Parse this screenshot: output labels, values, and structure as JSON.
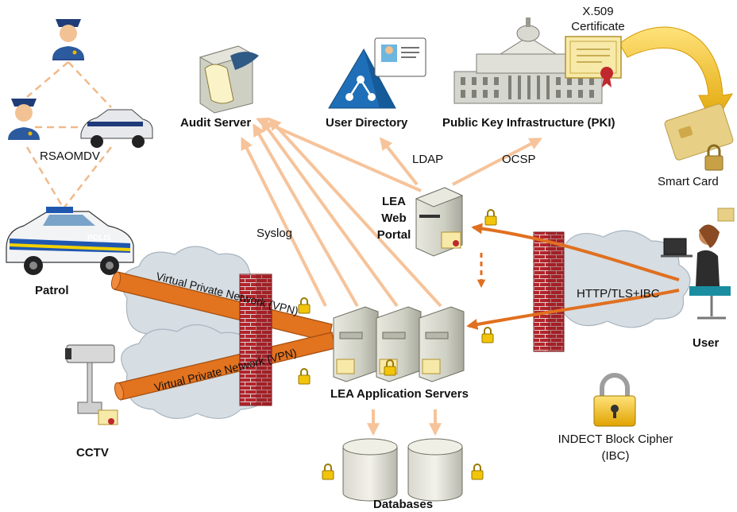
{
  "labels": {
    "audit_server": "Audit Server",
    "user_directory": "User Directory",
    "pki": "Public Key Infrastructure  (PKI)",
    "x509_line1": "X.509",
    "x509_line2": "Certificate",
    "smart_card": "Smart Card",
    "ldap": "LDAP",
    "ocsp": "OCSP",
    "syslog": "Syslog",
    "lea_web_portal_1": "LEA",
    "lea_web_portal_2": "Web",
    "lea_web_portal_3": "Portal",
    "rsaomdv": "RSAOMDV",
    "patrol": "Patrol",
    "cctv": "CCTV",
    "vpn_upper": "Virtual Private Network (VPN)",
    "vpn_lower": "Virtual Private Network (VPN)",
    "lea_app_servers": "LEA Application Servers",
    "databases": "Databases",
    "http_tls_ibc": "HTTP/TLS+IBC",
    "user": "User",
    "ibc_line1": "INDECT Block Cipher",
    "ibc_line2": "(IBC)",
    "police_car_text": "POLIS"
  },
  "colors": {
    "arrow_peach": "#f6c39a",
    "arrow_orange": "#e07020",
    "vpn_tube": "#e2731f",
    "cloud": "#d6dde3",
    "firewall": "#c0282d",
    "dashed": "#f0b98a",
    "gold": "#f2b800"
  }
}
